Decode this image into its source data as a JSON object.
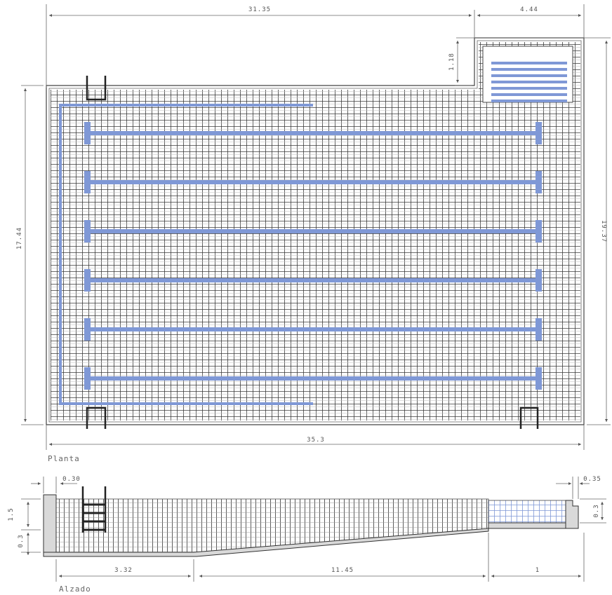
{
  "plan": {
    "caption": "Planta",
    "dims": {
      "top_main": "31.35",
      "top_side": "4.44",
      "notch": "1.18",
      "left_height": "17.44",
      "right_height": "19.37",
      "bottom_total": "35.3"
    },
    "lane_count": 6
  },
  "elevation": {
    "caption": "Alzado",
    "dims": {
      "top_left": "0.30",
      "top_right": "0.35",
      "left_upper": "1.5",
      "left_lower": "0.3",
      "right_small": "0.3",
      "bottom_a": "3.32",
      "bottom_b": "11.45",
      "bottom_c": "1"
    }
  },
  "colors": {
    "lane": "#7f98d6",
    "grid": "#4a4a4a",
    "outline": "#333333",
    "concrete": "#d9d9d9"
  }
}
